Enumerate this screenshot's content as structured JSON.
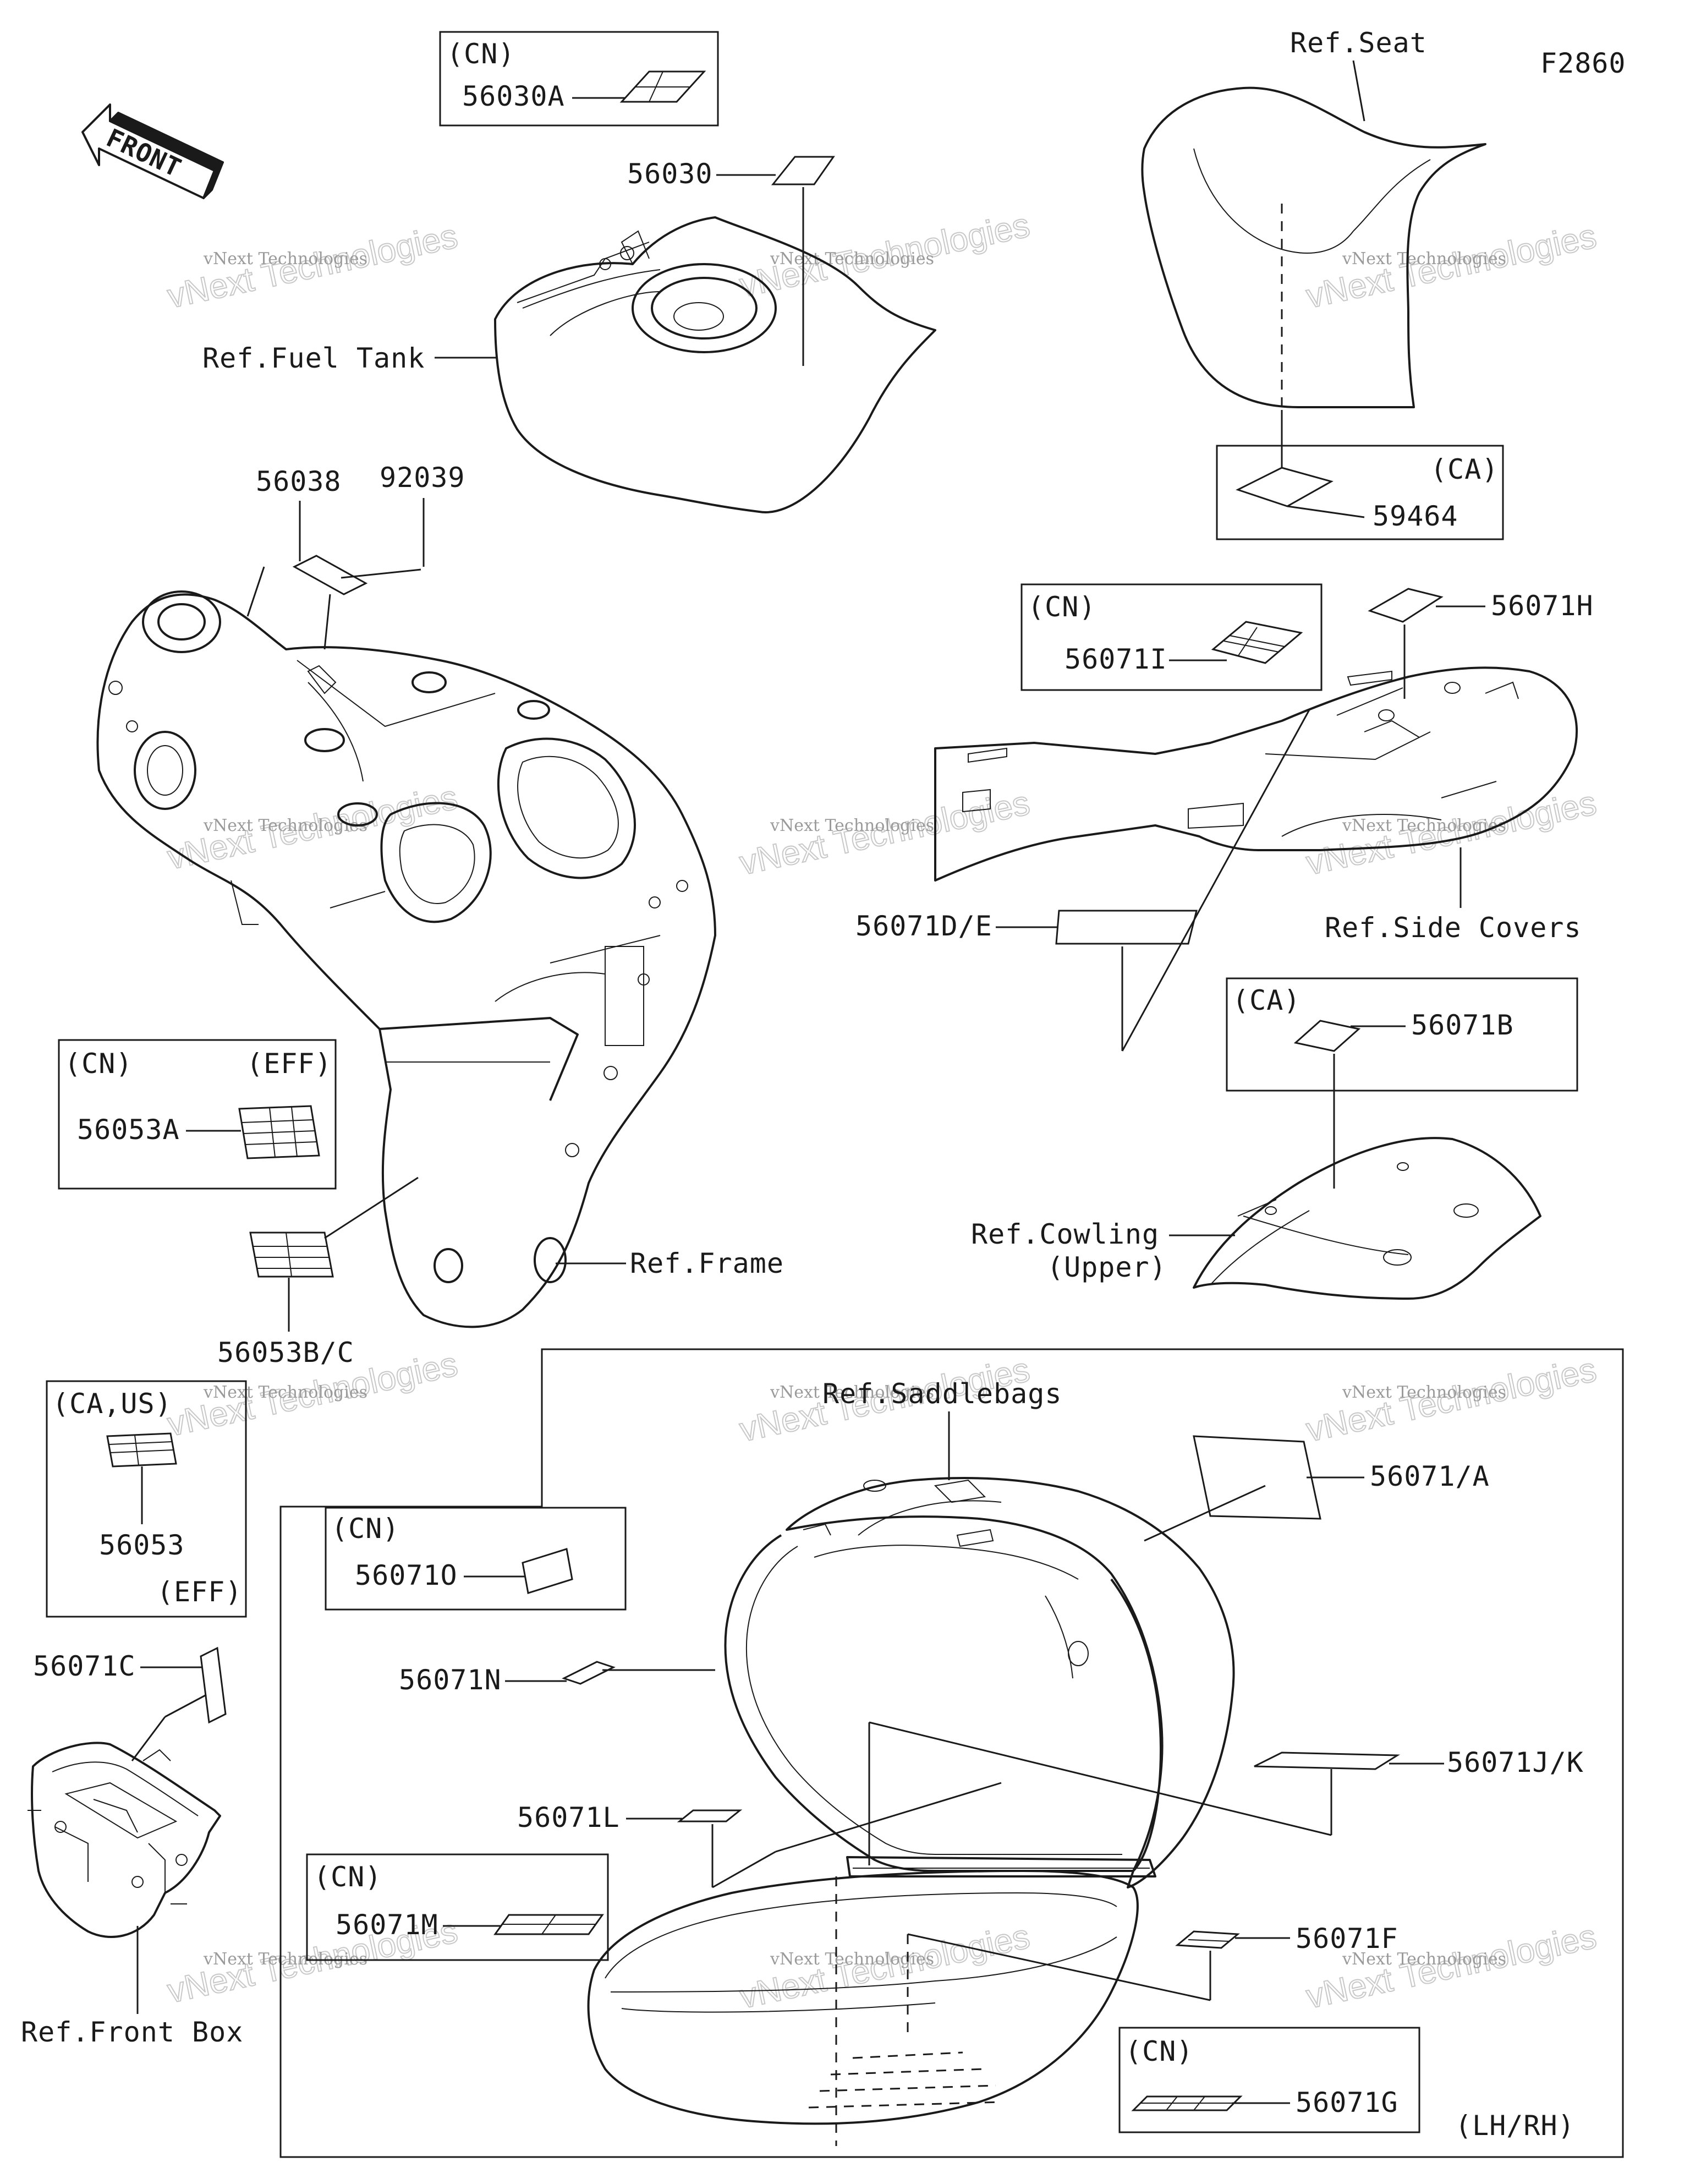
{
  "diagram_code": "F2860",
  "front_arrow": {
    "text": "FRONT",
    "icon": "front-arrow-icon"
  },
  "refs": {
    "seat": "Ref.Seat",
    "fuel_tank": "Ref.Fuel Tank",
    "side_covers": "Ref.Side Covers",
    "frame": "Ref.Frame",
    "cowling_line1": "Ref.Cowling",
    "cowling_line2": "(Upper)",
    "saddlebags": "Ref.Saddlebags",
    "front_box": "Ref.Front Box"
  },
  "region_tags": {
    "cn": "(CN)",
    "ca": "(CA)",
    "eff": "(EFF)",
    "ca_us": "(CA,US)",
    "lh_rh": "(LH/RH)"
  },
  "parts": {
    "p56030A": "56030A",
    "p56030": "56030",
    "p59464": "59464",
    "p56038": "56038",
    "p92039": "92039",
    "p56071I": "56071I",
    "p56071H": "56071H",
    "p56071DE": "56071D/E",
    "p56071B": "56071B",
    "p56053A": "56053A",
    "p56053BC": "56053B/C",
    "p56053": "56053",
    "p56071A": "56071/A",
    "p56071O": "56071O",
    "p56071N": "56071N",
    "p56071C": "56071C",
    "p56071JK": "56071J/K",
    "p56071L": "56071L",
    "p56071M": "56071M",
    "p56071F": "56071F",
    "p56071G": "56071G"
  },
  "watermark": {
    "line1": "vNext Technologies",
    "line2": "vNext Technologies"
  }
}
